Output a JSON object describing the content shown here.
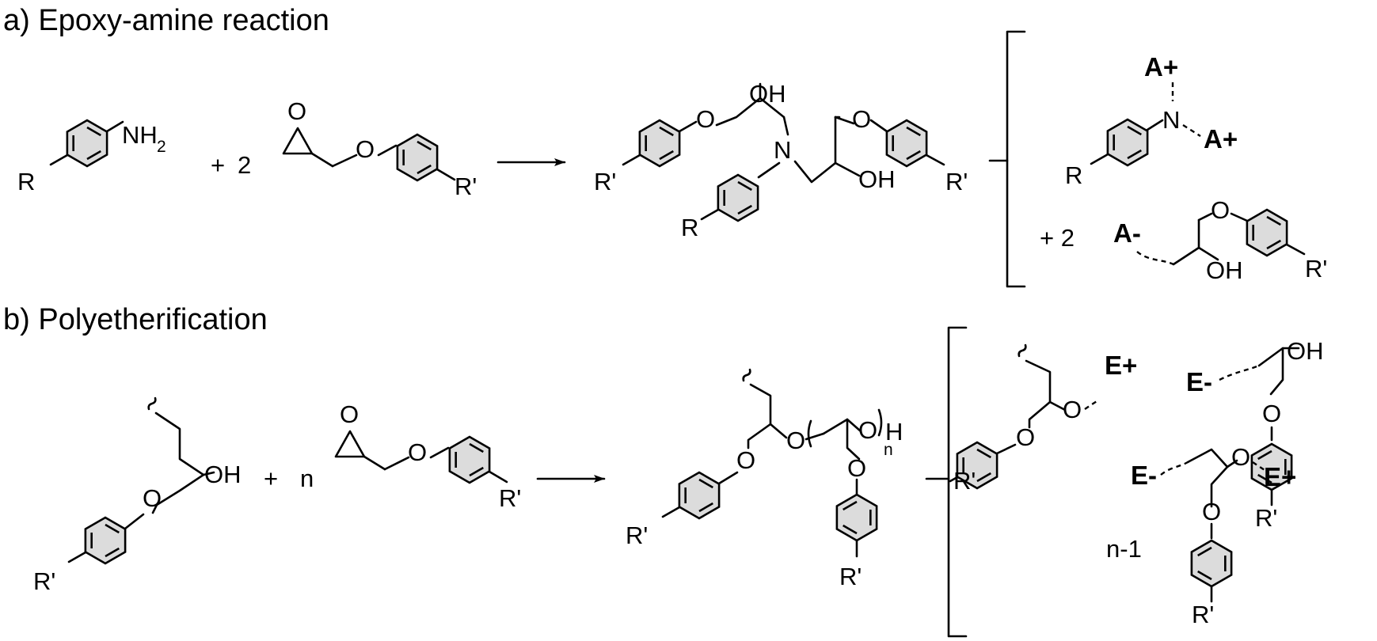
{
  "sections": {
    "a_title": "a) Epoxy-amine reaction",
    "b_title": "b) Polyetherification"
  },
  "labels": {
    "NH": "NH",
    "sub2": "2",
    "R": "R",
    "Rp": "R'",
    "plus": "+",
    "two": "2",
    "n": "n",
    "O": "O",
    "OH": "OH",
    "N": "N",
    "H": "H",
    "plus_two": "+ 2",
    "n_minus_1": "n-1"
  },
  "species": {
    "A_plus": "A+",
    "A_minus": "A-",
    "E_plus": "E+",
    "E_minus": "E-"
  }
}
